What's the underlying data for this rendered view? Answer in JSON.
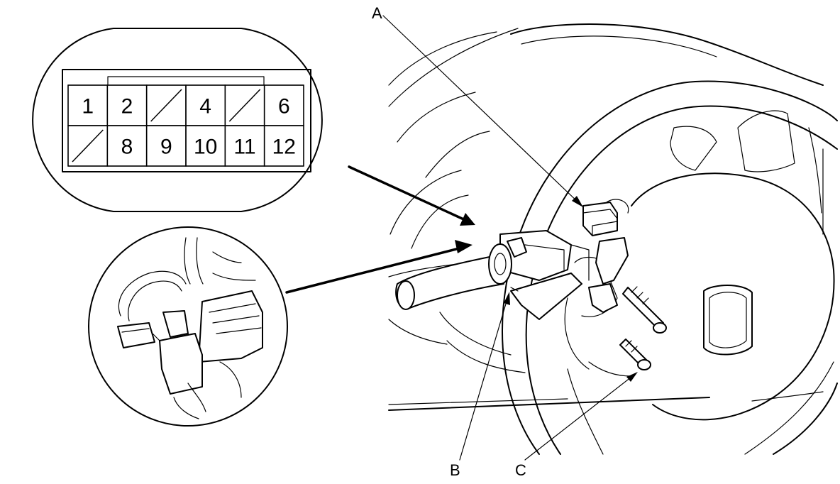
{
  "connector": {
    "top_row": [
      "1",
      "2",
      "",
      "4",
      "",
      "6"
    ],
    "bottom_row": [
      "",
      "8",
      "9",
      "10",
      "11",
      "12"
    ]
  },
  "callouts": {
    "a": "A",
    "b": "B",
    "c": "C"
  },
  "colors": {
    "line": "#000000",
    "background": "#ffffff"
  }
}
